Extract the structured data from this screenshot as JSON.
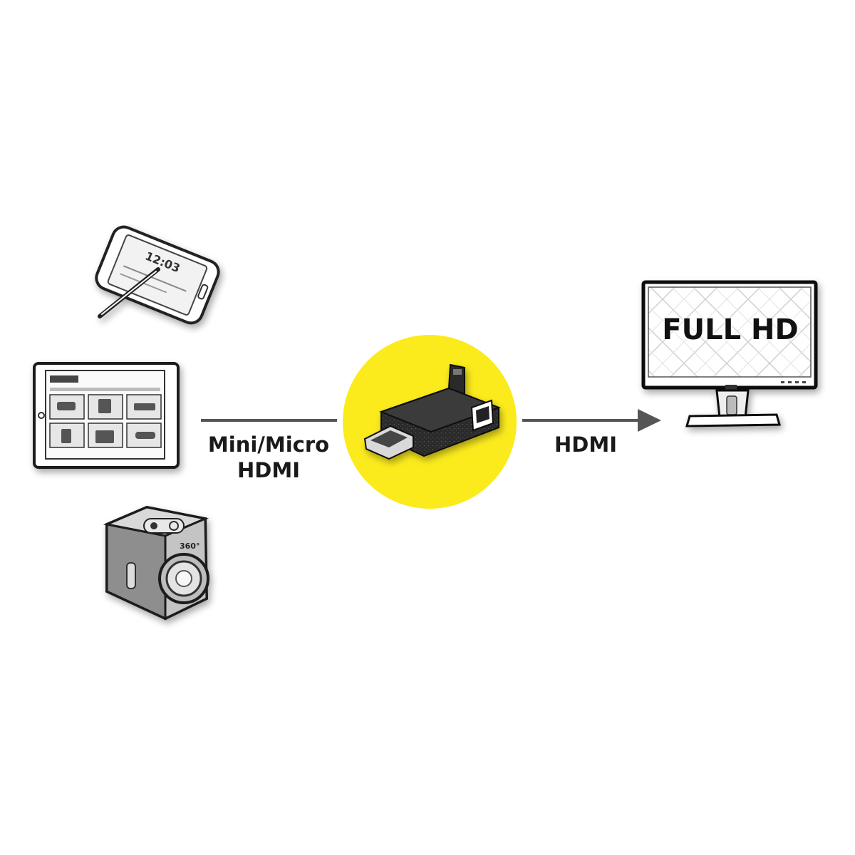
{
  "input_label": [
    "Mini/Micro",
    "HDMI"
  ],
  "output_label": "HDMI",
  "screen_text": "FULL HD",
  "colors": {
    "adapter_circle": "#fbeb1d",
    "connector_line": "#555555"
  },
  "icons": {
    "smartphone": "smartphone-with-stylus-icon",
    "tablet": "tablet-icon",
    "camera": "action-camera-360-icon",
    "adapter": "hdmi-adapter-icon",
    "monitor": "monitor-icon"
  }
}
